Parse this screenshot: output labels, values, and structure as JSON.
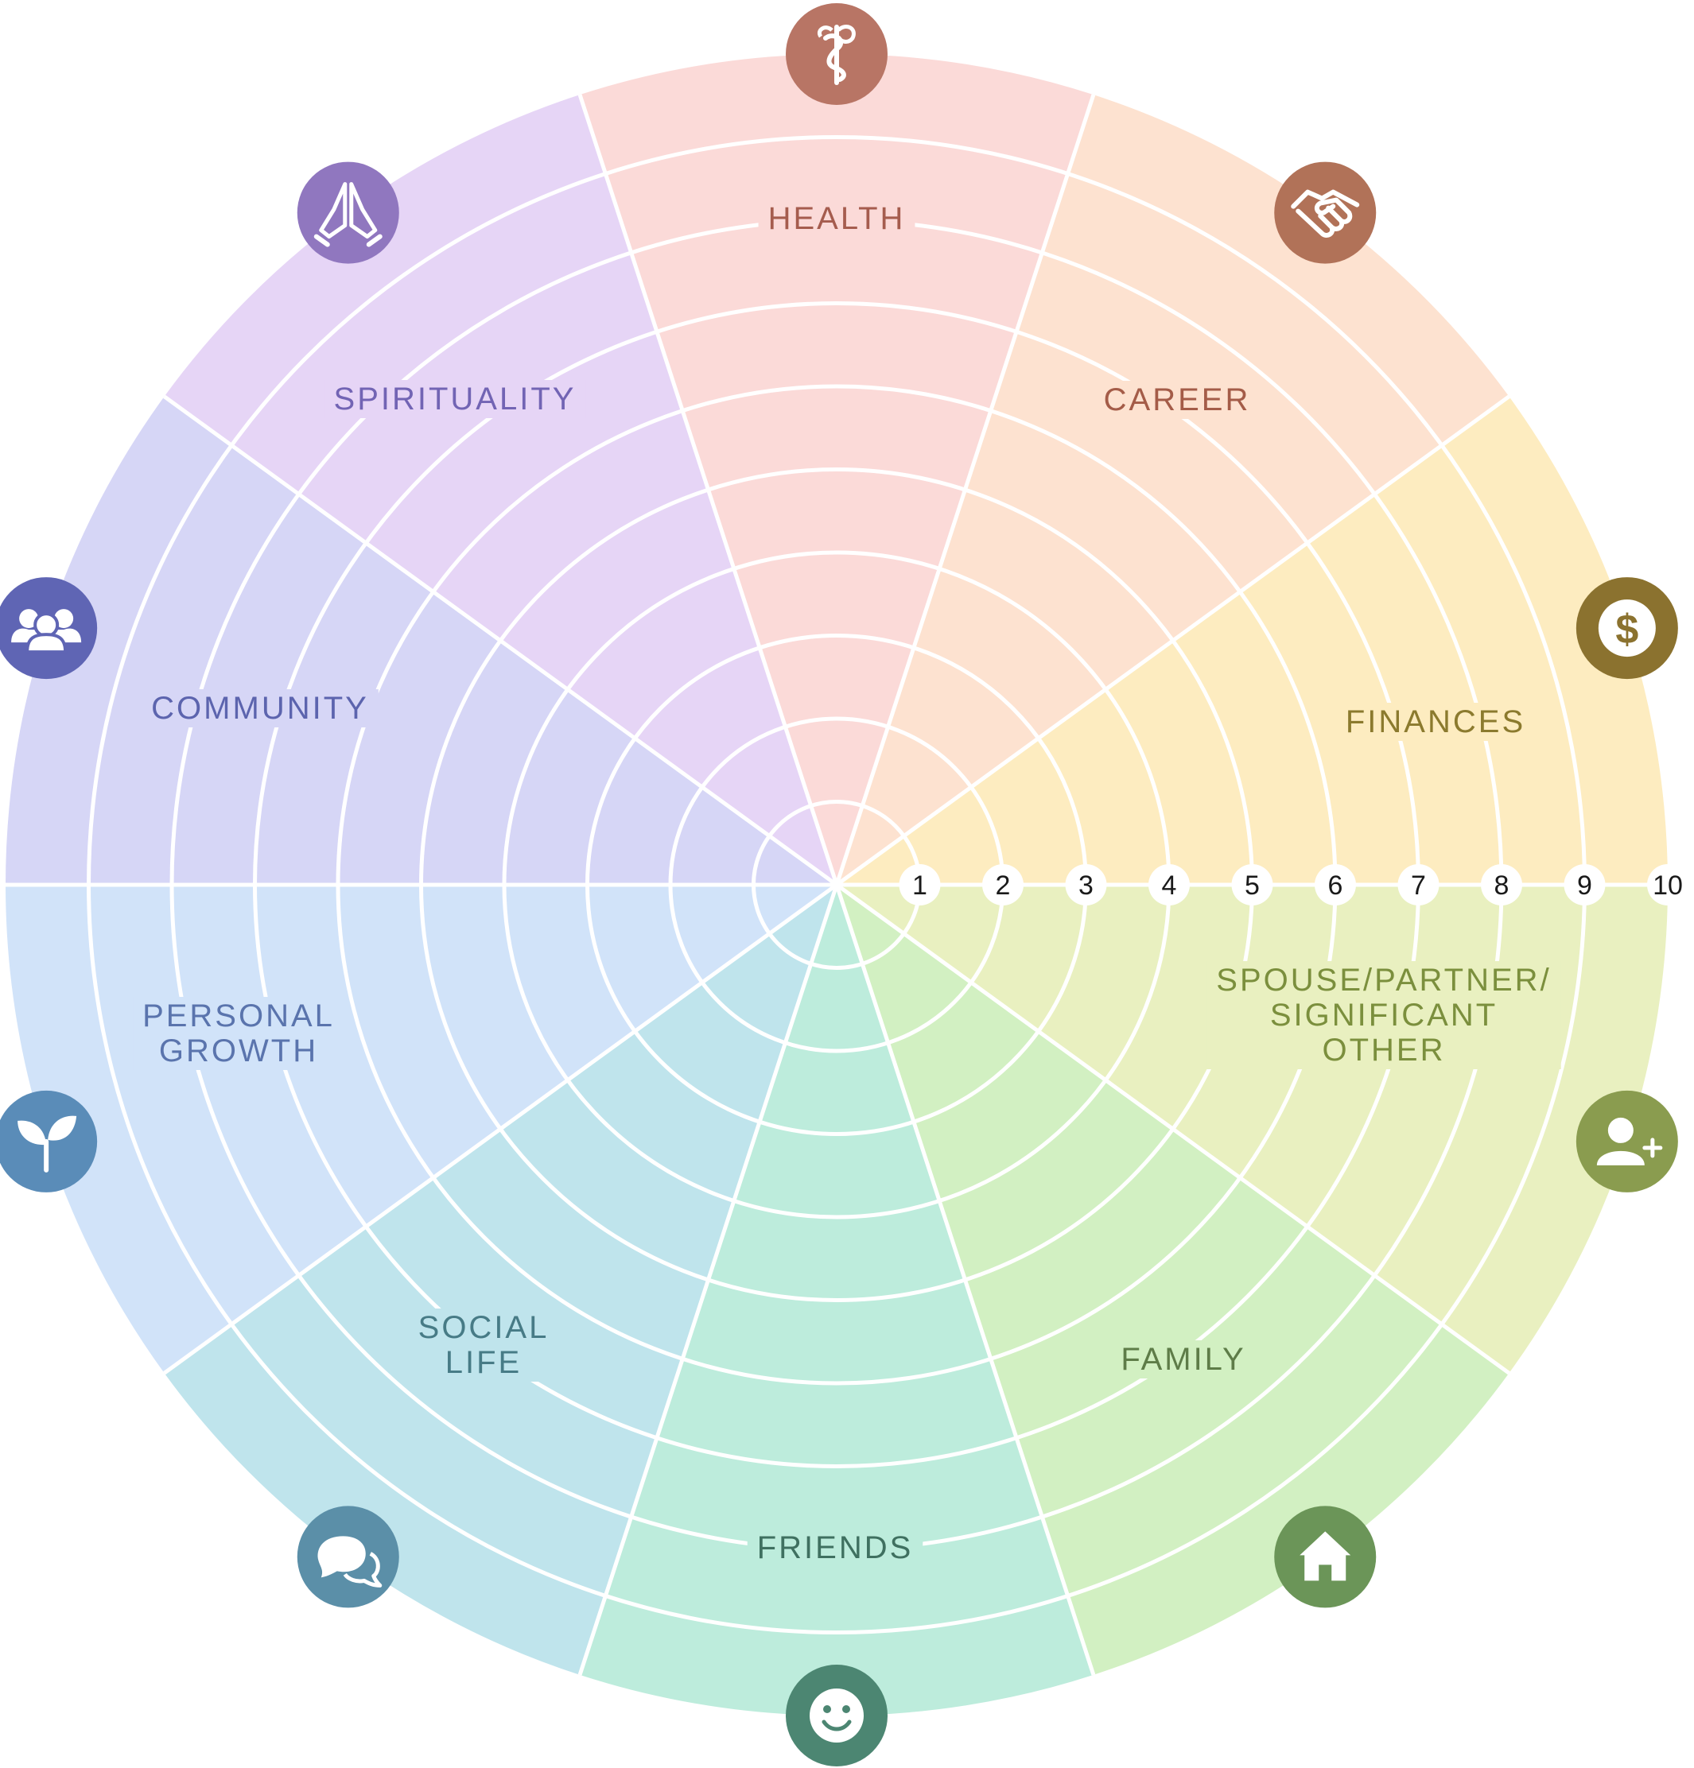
{
  "wheel": {
    "scale": [
      "1",
      "2",
      "3",
      "4",
      "5",
      "6",
      "7",
      "8",
      "9",
      "10"
    ],
    "segments": [
      {
        "id": "health",
        "lines": [
          "HEALTH"
        ],
        "fill": "#fbdad8",
        "text": "#a55c4e",
        "icon_color": "#b87565",
        "icon": "caduceus-icon"
      },
      {
        "id": "career",
        "lines": [
          "CAREER"
        ],
        "fill": "#fde2d0",
        "text": "#a45c48",
        "icon_color": "#b17258",
        "icon": "handshake-icon"
      },
      {
        "id": "finances",
        "lines": [
          "FINANCES"
        ],
        "fill": "#fdecc0",
        "text": "#8b7a2e",
        "icon_color": "#8b722f",
        "icon": "dollar-icon"
      },
      {
        "id": "partner",
        "lines": [
          "SPOUSE/PARTNER/",
          "SIGNIFICANT",
          "OTHER"
        ],
        "fill": "#e9f0c0",
        "text": "#7b8f3d",
        "icon_color": "#8a9c4f",
        "icon": "add-person-icon"
      },
      {
        "id": "family",
        "lines": [
          "FAMILY"
        ],
        "fill": "#d2f0c2",
        "text": "#5e7c48",
        "icon_color": "#6b9558",
        "icon": "home-icon"
      },
      {
        "id": "friends",
        "lines": [
          "FRIENDS"
        ],
        "fill": "#bdecdc",
        "text": "#3f7060",
        "icon_color": "#4c8672",
        "icon": "smiley-icon"
      },
      {
        "id": "social",
        "lines": [
          "SOCIAL",
          "LIFE"
        ],
        "fill": "#bfe4ec",
        "text": "#477b86",
        "icon_color": "#5b8fa8",
        "icon": "chat-icon"
      },
      {
        "id": "growth",
        "lines": [
          "PERSONAL",
          "GROWTH"
        ],
        "fill": "#d1e3f9",
        "text": "#5a74ad",
        "icon_color": "#5a8cb8",
        "icon": "plant-icon"
      },
      {
        "id": "community",
        "lines": [
          "COMMUNITY"
        ],
        "fill": "#d6d6f6",
        "text": "#5c64ae",
        "icon_color": "#5f65b4",
        "icon": "people-icon"
      },
      {
        "id": "spirituality",
        "lines": [
          "SPIRITUALITY"
        ],
        "fill": "#e6d5f6",
        "text": "#7264b4",
        "icon_color": "#9077bf",
        "icon": "praying-hands-icon"
      }
    ]
  }
}
